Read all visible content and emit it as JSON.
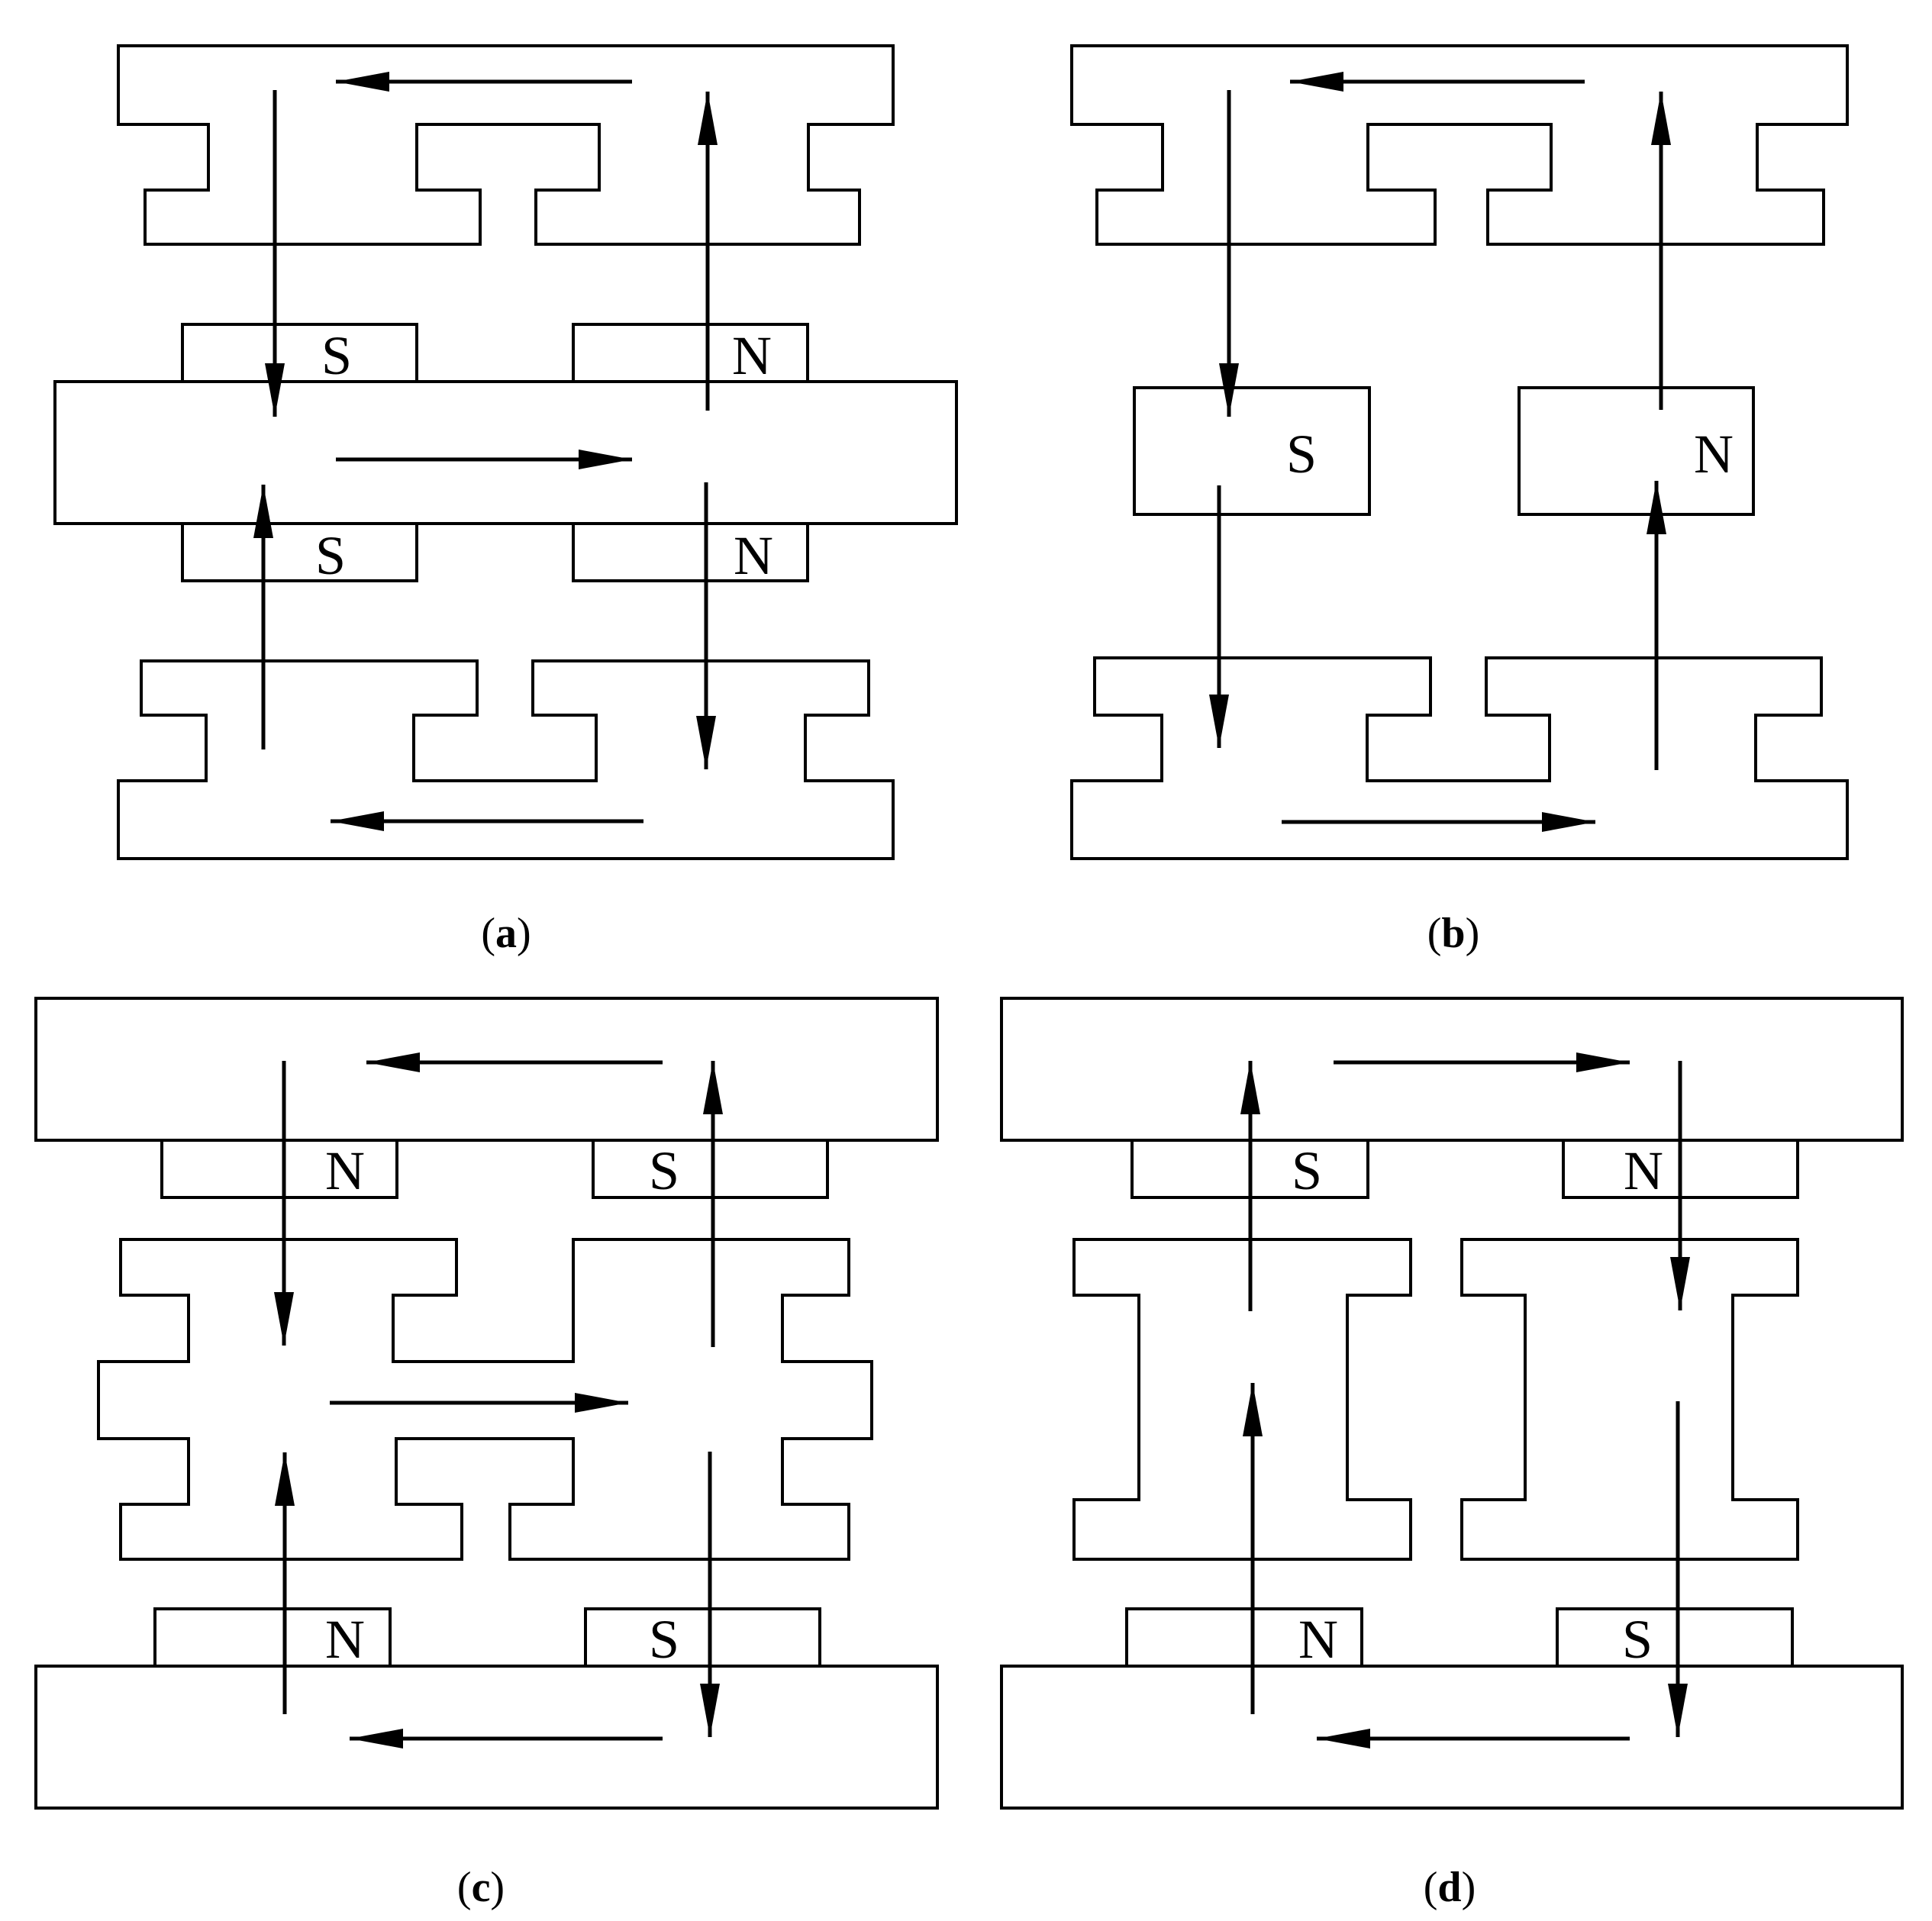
{
  "panels": [
    {
      "id": "a",
      "caption": {
        "open": "(",
        "letter": "a",
        "close": ")"
      },
      "magnets": [
        "S",
        "N",
        "S",
        "N"
      ]
    },
    {
      "id": "b",
      "caption": {
        "open": "(",
        "letter": "b",
        "close": ")"
      },
      "magnets": [
        "S",
        "N"
      ]
    },
    {
      "id": "c",
      "caption": {
        "open": "(",
        "letter": "c",
        "close": ")"
      },
      "magnets": [
        "N",
        "S",
        "N",
        "S"
      ]
    },
    {
      "id": "d",
      "caption": {
        "open": "(",
        "letter": "d",
        "close": ")"
      },
      "magnets": [
        "S",
        "N",
        "N",
        "S"
      ]
    }
  ],
  "colors": {
    "stroke": "#000000",
    "background": "#ffffff"
  }
}
